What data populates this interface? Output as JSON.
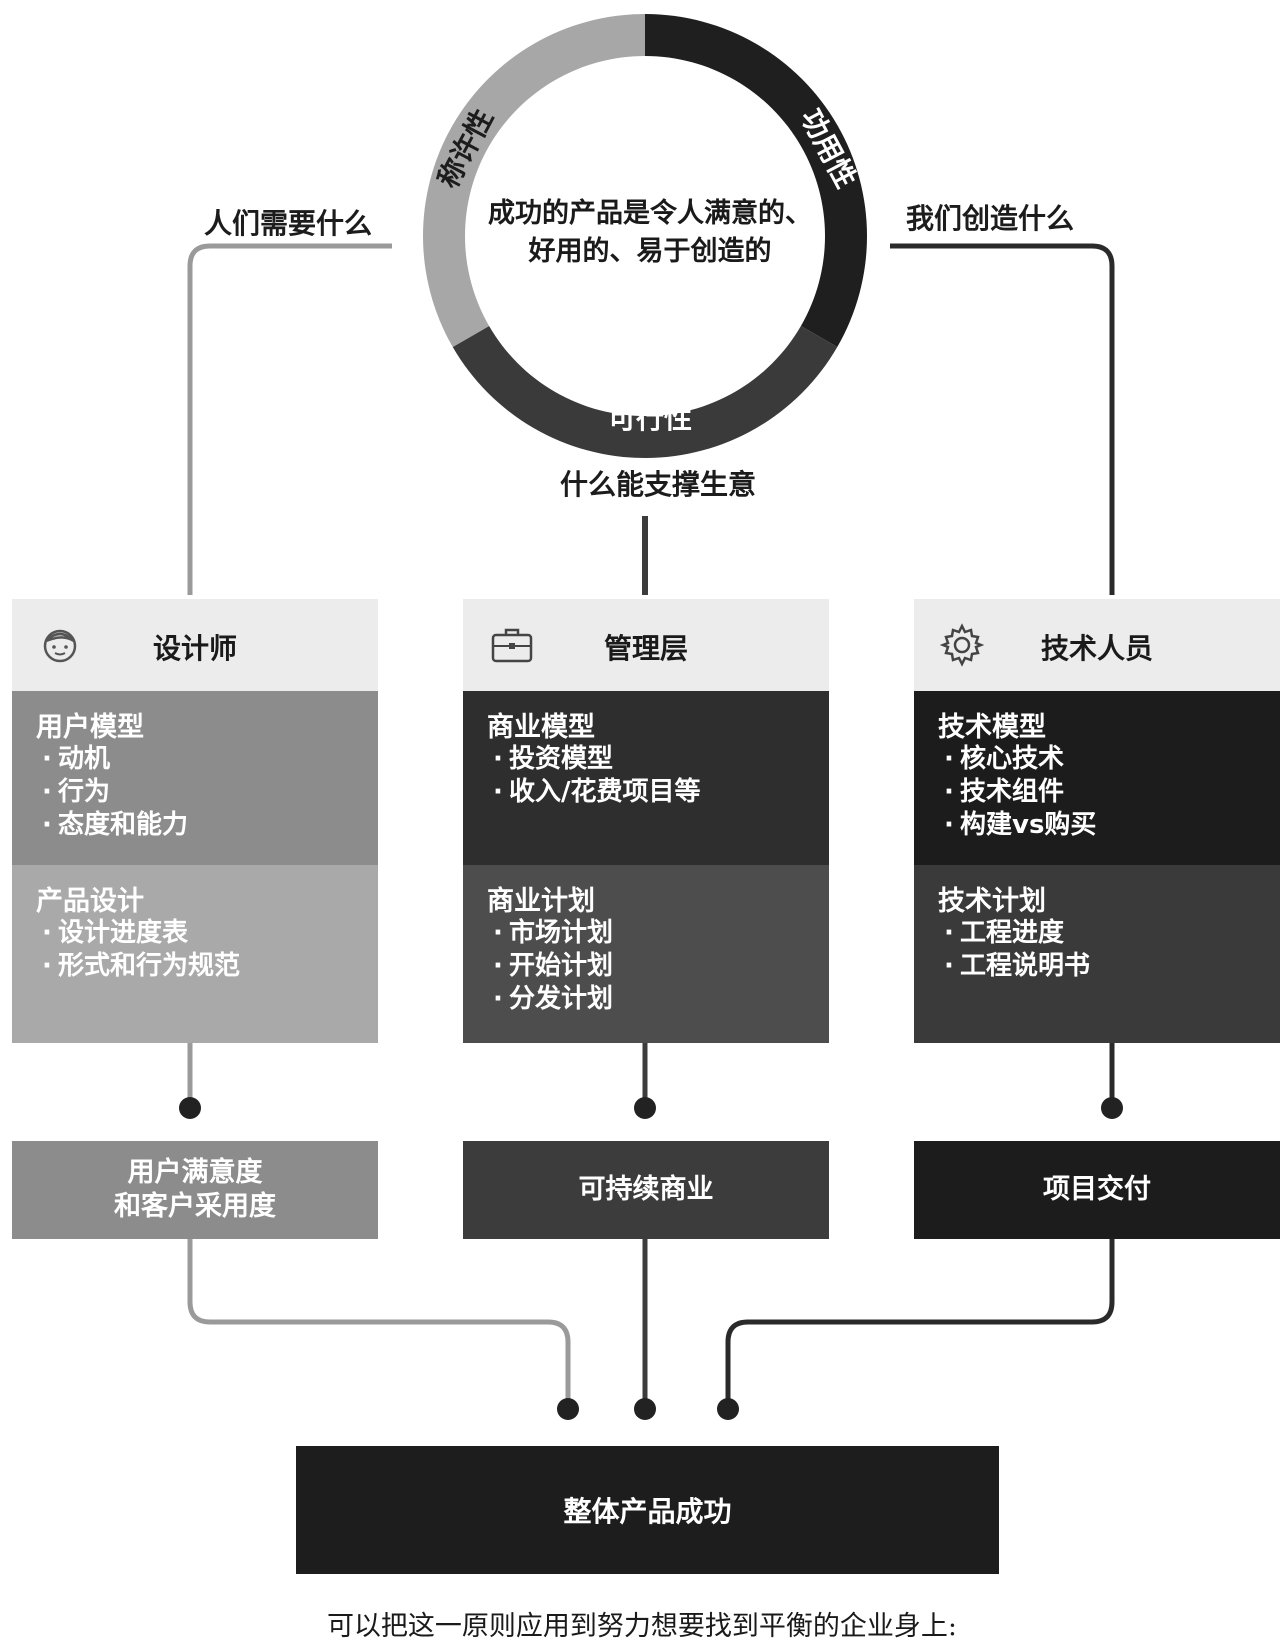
{
  "ring": {
    "segments": [
      {
        "name": "功用性",
        "color": "#1f1f1f"
      },
      {
        "name": "可行性",
        "color": "#3a3a3a"
      },
      {
        "name": "称许性",
        "color": "#a7a7a7"
      }
    ],
    "center_lines": [
      "成功的产品是令人满意的、",
      "好用的、易于创造的"
    ]
  },
  "questions": {
    "left": "人们需要什么",
    "right": "我们创造什么",
    "bottom": "什么能支撑生意"
  },
  "columns": [
    {
      "role": "设计师",
      "icon": "face-icon",
      "head_bg": "#ececec",
      "sections": [
        {
          "title": "用户模型",
          "items": [
            "动机",
            "行为",
            "态度和能力"
          ],
          "bg": "#8c8c8c"
        },
        {
          "title": "产品设计",
          "items": [
            "设计进度表",
            "形式和行为规范"
          ],
          "bg": "#a9a9a9"
        }
      ],
      "outcome_lines": [
        "用户满意度",
        "和客户采用度"
      ],
      "outcome_bg": "#8c8c8c",
      "line_color": "#9a9a9a"
    },
    {
      "role": "管理层",
      "icon": "briefcase-icon",
      "head_bg": "#ececec",
      "sections": [
        {
          "title": "商业模型",
          "items": [
            "投资模型",
            "收入/花费项目等"
          ],
          "bg": "#2e2e2e"
        },
        {
          "title": "商业计划",
          "items": [
            "市场计划",
            "开始计划",
            "分发计划"
          ],
          "bg": "#4d4d4d"
        }
      ],
      "outcome_lines": [
        "可持续商业"
      ],
      "outcome_bg": "#3c3c3c",
      "line_color": "#3c3c3c"
    },
    {
      "role": "技术人员",
      "icon": "gear-icon",
      "head_bg": "#ececec",
      "sections": [
        {
          "title": "技术模型",
          "items": [
            "核心技术",
            "技术组件",
            "构建vs购买"
          ],
          "bg": "#1c1c1c"
        },
        {
          "title": "技术计划",
          "items": [
            "工程进度",
            "工程说明书"
          ],
          "bg": "#3a3a3a"
        }
      ],
      "outcome_lines": [
        "项目交付"
      ],
      "outcome_bg": "#1c1c1c",
      "line_color": "#2a2a2a"
    }
  ],
  "final": "整体产品成功",
  "caption": "可以把这一原则应用到努力想要找到平衡的企业身上:"
}
